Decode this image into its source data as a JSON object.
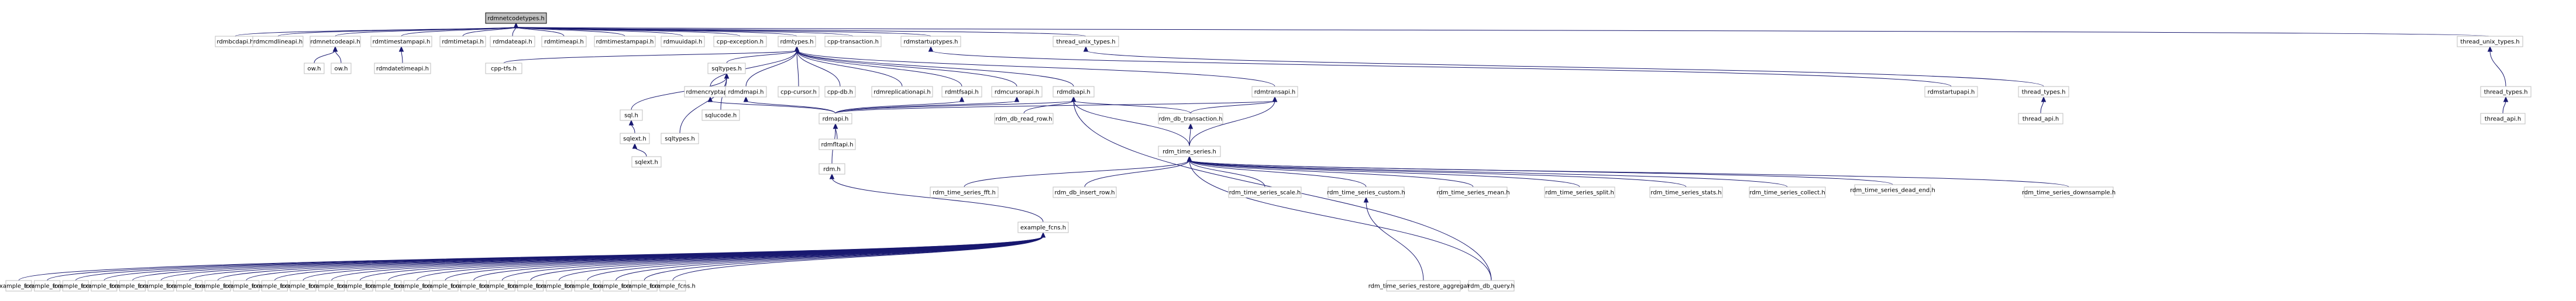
{
  "graph": {
    "root": "rdmnetcodetypes.h",
    "nodes": [
      {
        "id": "root",
        "label": "rdmnetcodetypes.h",
        "row": 0
      },
      {
        "id": "n1",
        "label": "rdmbcdapi.h",
        "row": 1
      },
      {
        "id": "n2",
        "label": "rdmcmdlineapi.h",
        "row": 1
      },
      {
        "id": "n3",
        "label": "rdmnetcodeapi.h",
        "row": 1
      },
      {
        "id": "n4",
        "label": "rdmtimestampapi.h",
        "row": 1
      },
      {
        "id": "n5",
        "label": "rdmtimetapi.h",
        "row": 1
      },
      {
        "id": "n6",
        "label": "rdmdateapi.h",
        "row": 1
      },
      {
        "id": "n7",
        "label": "rdmtimeapi.h",
        "row": 1
      },
      {
        "id": "n8",
        "label": "rdmtimestampapi.h",
        "row": 1
      },
      {
        "id": "n9",
        "label": "rdmuuidapi.h",
        "row": 1
      },
      {
        "id": "n10",
        "label": "cpp-exception.h",
        "row": 1
      },
      {
        "id": "n11",
        "label": "rdmtypes.h",
        "row": 1
      },
      {
        "id": "n12",
        "label": "cpp-transaction.h",
        "row": 1
      },
      {
        "id": "n13",
        "label": "rdmstartuptypes.h",
        "row": 1
      },
      {
        "id": "n14",
        "label": "thread_unix_types.h",
        "row": 1
      },
      {
        "id": "n15",
        "label": "thread_unix_types.h",
        "row": 1
      },
      {
        "id": "n16",
        "label": "ow.h",
        "row": 2
      },
      {
        "id": "n17",
        "label": "ow.h",
        "row": 2
      },
      {
        "id": "n18",
        "label": "rdmdatetimeapi.h",
        "row": 2
      },
      {
        "id": "n19",
        "label": "cpp-tfs.h",
        "row": 2
      },
      {
        "id": "n20",
        "label": "sqltypes.h",
        "row": 2
      },
      {
        "id": "n21",
        "label": "rdmencryptapi.h",
        "row": 2
      },
      {
        "id": "n22",
        "label": "cpp-cursor.h",
        "row": 2
      },
      {
        "id": "n23",
        "label": "cpp-db.h",
        "row": 2
      },
      {
        "id": "n24",
        "label": "rdmreplicationapi.h",
        "row": 2
      },
      {
        "id": "n25",
        "label": "rdmtfsapi.h",
        "row": 2
      },
      {
        "id": "n26",
        "label": "rdmcursorapi.h",
        "row": 2
      },
      {
        "id": "n27",
        "label": "rdmdbapi.h",
        "row": 2
      },
      {
        "id": "n28",
        "label": "rdmtransapi.h",
        "row": 2
      },
      {
        "id": "n29",
        "label": "rdmstartupapi.h",
        "row": 2
      },
      {
        "id": "n30",
        "label": "thread_types.h",
        "row": 2
      },
      {
        "id": "n31",
        "label": "thread_types.h",
        "row": 2
      },
      {
        "id": "n32",
        "label": "rdmdmapi.h",
        "row": 2
      },
      {
        "id": "n33",
        "label": "sqlucode.h",
        "row": 3
      },
      {
        "id": "n34",
        "label": "rdmapi.h",
        "row": 3
      },
      {
        "id": "n35",
        "label": "rdm_db_read_row.h",
        "row": 3
      },
      {
        "id": "n36",
        "label": "rdm_db_transaction.h",
        "row": 3
      },
      {
        "id": "n37",
        "label": "thread_api.h",
        "row": 3
      },
      {
        "id": "n38",
        "label": "thread_api.h",
        "row": 3
      },
      {
        "id": "n39",
        "label": "sql.h",
        "row": 3
      },
      {
        "id": "n40",
        "label": "sqlext.h",
        "row": 4
      },
      {
        "id": "n41",
        "label": "sqltypes.h",
        "row": 4
      },
      {
        "id": "n42",
        "label": "rdmfltapi.h",
        "row": 4
      },
      {
        "id": "n43",
        "label": "rdm.h",
        "row": 4
      },
      {
        "id": "n44",
        "label": "rdm_time_series.h",
        "row": 4
      },
      {
        "id": "n45",
        "label": "sqlext.h",
        "row": 5
      },
      {
        "id": "n46",
        "label": "rdm_time_series_fft.h",
        "row": 5
      },
      {
        "id": "n47",
        "label": "rdm_db_insert_row.h",
        "row": 5
      },
      {
        "id": "n48",
        "label": "rdm_time_series_scale.h",
        "row": 5
      },
      {
        "id": "n49",
        "label": "rdm_time_series_custom.h",
        "row": 5
      },
      {
        "id": "n50",
        "label": "rdm_time_series_mean.h",
        "row": 5
      },
      {
        "id": "n51",
        "label": "rdm_time_series_split.h",
        "row": 5
      },
      {
        "id": "n52",
        "label": "rdm_time_series_stats.h",
        "row": 5
      },
      {
        "id": "n53",
        "label": "rdm_time_series_collect.h",
        "row": 5
      },
      {
        "id": "n54",
        "label": "rdm_time_series_dead_end.h",
        "row": 5
      },
      {
        "id": "n55",
        "label": "rdm_time_series_downsample.h",
        "row": 5
      },
      {
        "id": "n56",
        "label": "example_fcns.h",
        "row": 5
      },
      {
        "id": "n57",
        "label": "rdm_time_series_restore_aggregate.h",
        "row": 6
      },
      {
        "id": "n58",
        "label": "rdm_db_query.h",
        "row": 6
      }
    ],
    "example_leaf_label": "example_fcns.h",
    "example_leaf_count": 24
  },
  "colors": {
    "edge": "#191970",
    "node_border": "#bfbfbf",
    "root_fill": "#bfbfbf"
  }
}
